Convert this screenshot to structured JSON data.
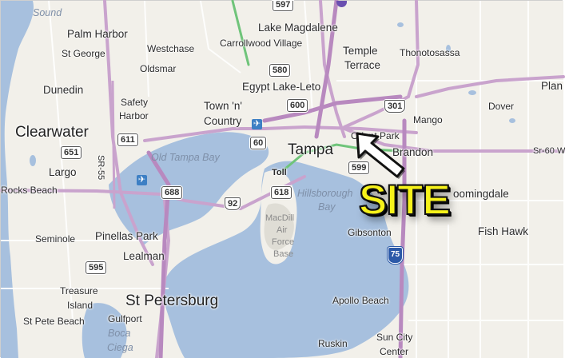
{
  "labels": {
    "sound": "Sound",
    "palm_harbor": "Palm Harbor",
    "st_george": "St George",
    "westchase": "Westchase",
    "oldsmar": "Oldsmar",
    "lake_magdalene": "Lake Magdalene",
    "carrollwood_village": "Carrollwood Village",
    "temple": "Temple",
    "terrace": "Terrace",
    "thonotosassa": "Thonotosassa",
    "plant": "Plan",
    "dunedin": "Dunedin",
    "safety": "Safety",
    "harbor": "Harbor",
    "egypt_lake_leto": "Egypt Lake-Leto",
    "town_n": "Town 'n'",
    "country": "Country",
    "dover": "Dover",
    "mango": "Mango",
    "clearwater": "Clearwater",
    "orient_park": "Orient Park",
    "tampa": "Tampa",
    "brandon": "Brandon",
    "old_tampa_bay": "Old Tampa Bay",
    "largo": "Largo",
    "toll": "Toll",
    "rocks_beach": "Rocks Beach",
    "hillsborough": "Hillsborough",
    "bay": "Bay",
    "bloomingdale": "oomingdale",
    "macdill": "MacDill",
    "air": "Air",
    "force": "Force",
    "base": "Base",
    "seminole": "Seminole",
    "pinellas_park": "Pinellas Park",
    "gibsonton": "Gibsonton",
    "fish_hawk": "Fish Hawk",
    "lealman": "Lealman",
    "treasure": "Treasure",
    "island": "Island",
    "st_petersburg": "St Petersburg",
    "st_pete_beach": "St Pete Beach",
    "gulfport": "Gulfport",
    "apollo_beach": "Apollo Beach",
    "boca": "Boca",
    "ciega": "Ciega",
    "ruskin": "Ruskin",
    "sun_city": "Sun City",
    "center": "Center",
    "sr55": "SR-55",
    "sr60": "Sr-60 W"
  },
  "shields": {
    "r597": "597",
    "r580": "580",
    "r600": "600",
    "r301": "301",
    "r651": "651",
    "r611": "611",
    "r60": "60",
    "r599": "599",
    "r618": "618",
    "r688": "688",
    "r92": "92",
    "r595": "595",
    "i75": "75"
  },
  "site": {
    "label": "SITE"
  },
  "icons": {
    "airport_glyph": "✈"
  },
  "colors": {
    "water": "#a7c0de",
    "land": "#f2f0ea",
    "highway": "#c8a2c8",
    "green_route": "#6fc47a",
    "site_text": "#f6f21a"
  }
}
